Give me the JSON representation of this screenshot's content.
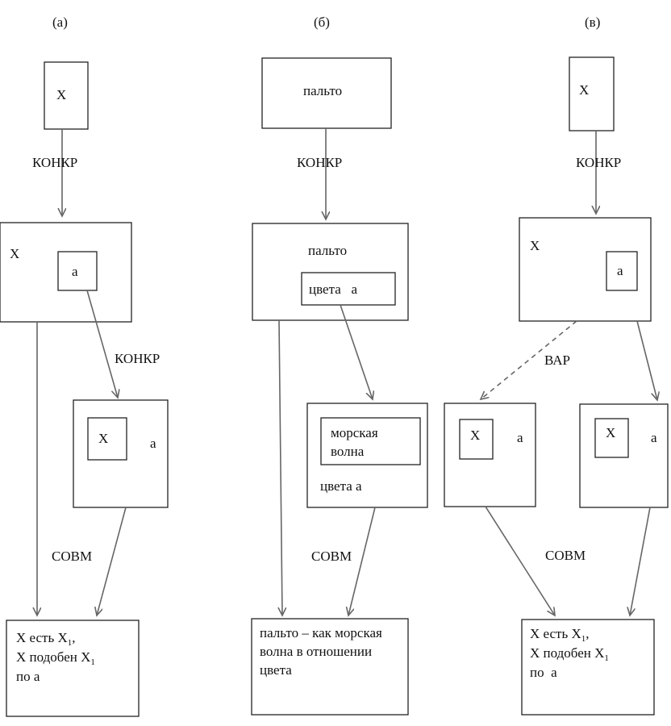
{
  "panels": {
    "a": {
      "label": "(а)",
      "top_box": "X",
      "arrow1": "КОНКР",
      "mid_box": "X",
      "mid_inner": "a",
      "arrow2": "КОНКР",
      "lower_inner": "X",
      "lower_side": "a",
      "arrow3": "СОВМ",
      "result_line1": "X есть X",
      "result_line1_sub": "1",
      "result_line1_tail": ",",
      "result_line2": "X подобен X",
      "result_line2_sub": "1",
      "result_line3": "по  a"
    },
    "b": {
      "label": "(б)",
      "top_box": "пальто",
      "arrow1": "КОНКР",
      "mid_box": "пальто",
      "mid_inner": "цвета   a",
      "lower_inner_line1": "морская",
      "lower_inner_line2": "волна",
      "lower_text": "цвета a",
      "arrow3": "СОВМ",
      "result_line1": "пальто – как морская",
      "result_line2": "волна в отношении",
      "result_line3": "цвета"
    },
    "c": {
      "label": "(в)",
      "top_box": "X",
      "arrow1": "КОНКР",
      "mid_box": "X",
      "mid_inner": "a",
      "arrow_var": "ВАР",
      "left_inner": "X",
      "left_side": "a",
      "right_inner": "X",
      "right_side": "a",
      "arrow3": "СОВМ",
      "result_line1": "X есть X",
      "result_line1_sub": "1",
      "result_line1_tail": ",",
      "result_line2": "X подобен X",
      "result_line2_sub": "1",
      "result_line3": "по  a"
    }
  }
}
